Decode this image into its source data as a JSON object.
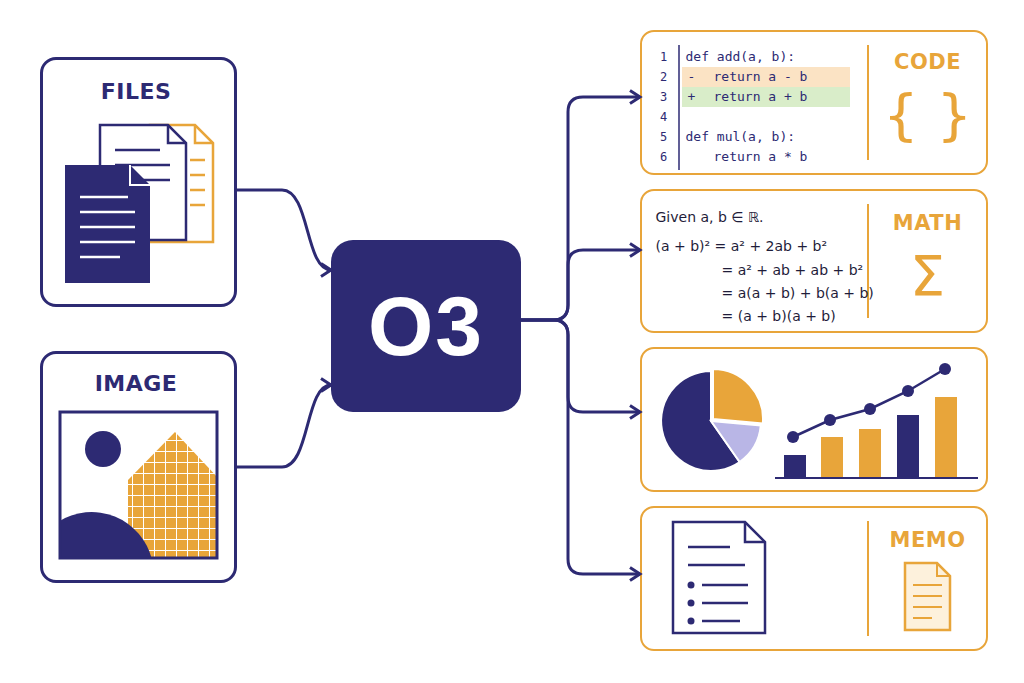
{
  "diagram": {
    "nodes": [
      {
        "text": [
          "FILES"
        ]
      },
      {
        "text": [
          "IMAGE"
        ]
      },
      {
        "text": [
          "O3"
        ]
      },
      {
        "text": [
          "1",
          "def add(a, b):",
          "2",
          "-",
          "return a - b",
          "3",
          "+",
          "return a + b",
          "4",
          "5",
          "def mul(a, b):",
          "6",
          "return a * b",
          "CODE",
          "{ }"
        ]
      },
      {
        "text": [
          "Given a, b ∈ ℝ.",
          "(a + b)² = a² + 2ab + b²",
          "= a² + ab + ab + b²",
          "= a(a + b) + b(a + b)",
          "= (a + b)(a + b)",
          "MATH",
          "Σ"
        ]
      },
      {
        "text": []
      },
      {
        "text": [
          "MEMO"
        ]
      }
    ],
    "edges": [
      {
        "from": 0,
        "to": 2,
        "arrow": "to"
      },
      {
        "from": 1,
        "to": 2,
        "arrow": "to"
      },
      {
        "from": 2,
        "to": 3,
        "arrow": "to"
      },
      {
        "from": 2,
        "to": 4,
        "arrow": "to"
      },
      {
        "from": 2,
        "to": 5,
        "arrow": "to"
      },
      {
        "from": 2,
        "to": 6,
        "arrow": "to"
      }
    ]
  }
}
